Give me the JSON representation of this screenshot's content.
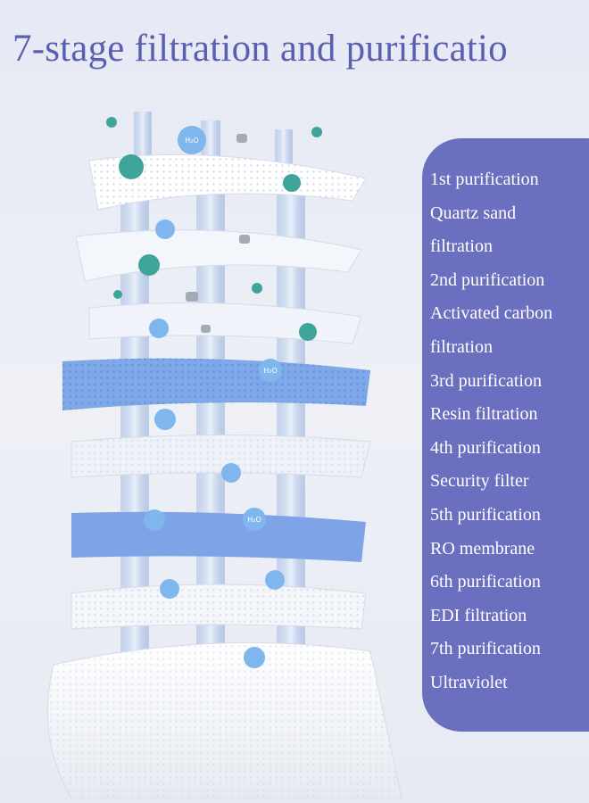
{
  "title": "7-stage filtration and purificatio",
  "stages_panel": {
    "color": "#6b6fbf",
    "lines": [
      "1st purification",
      "Quartz sand",
      "filtration",
      "2nd purification",
      "Activated carbon",
      "filtration",
      "3rd purification",
      "Resin filtration",
      "4th purification",
      "Security filter",
      "5th purification",
      "RO membrane",
      "6th purification",
      "EDI filtration",
      "7th purification",
      "Ultraviolet"
    ]
  },
  "illustration": {
    "molecule_label": "H₂O",
    "layer_colors": [
      "#ffffff",
      "#f2f5fa",
      "#f2f4f9",
      "#7fa8e8",
      "#eef1f7",
      "#7ea3e6",
      "#f3f5fa",
      "#ffffff"
    ],
    "icons": [
      "bacteria-icon",
      "water-molecule-icon",
      "particle-icon",
      "water-stream-icon"
    ]
  }
}
